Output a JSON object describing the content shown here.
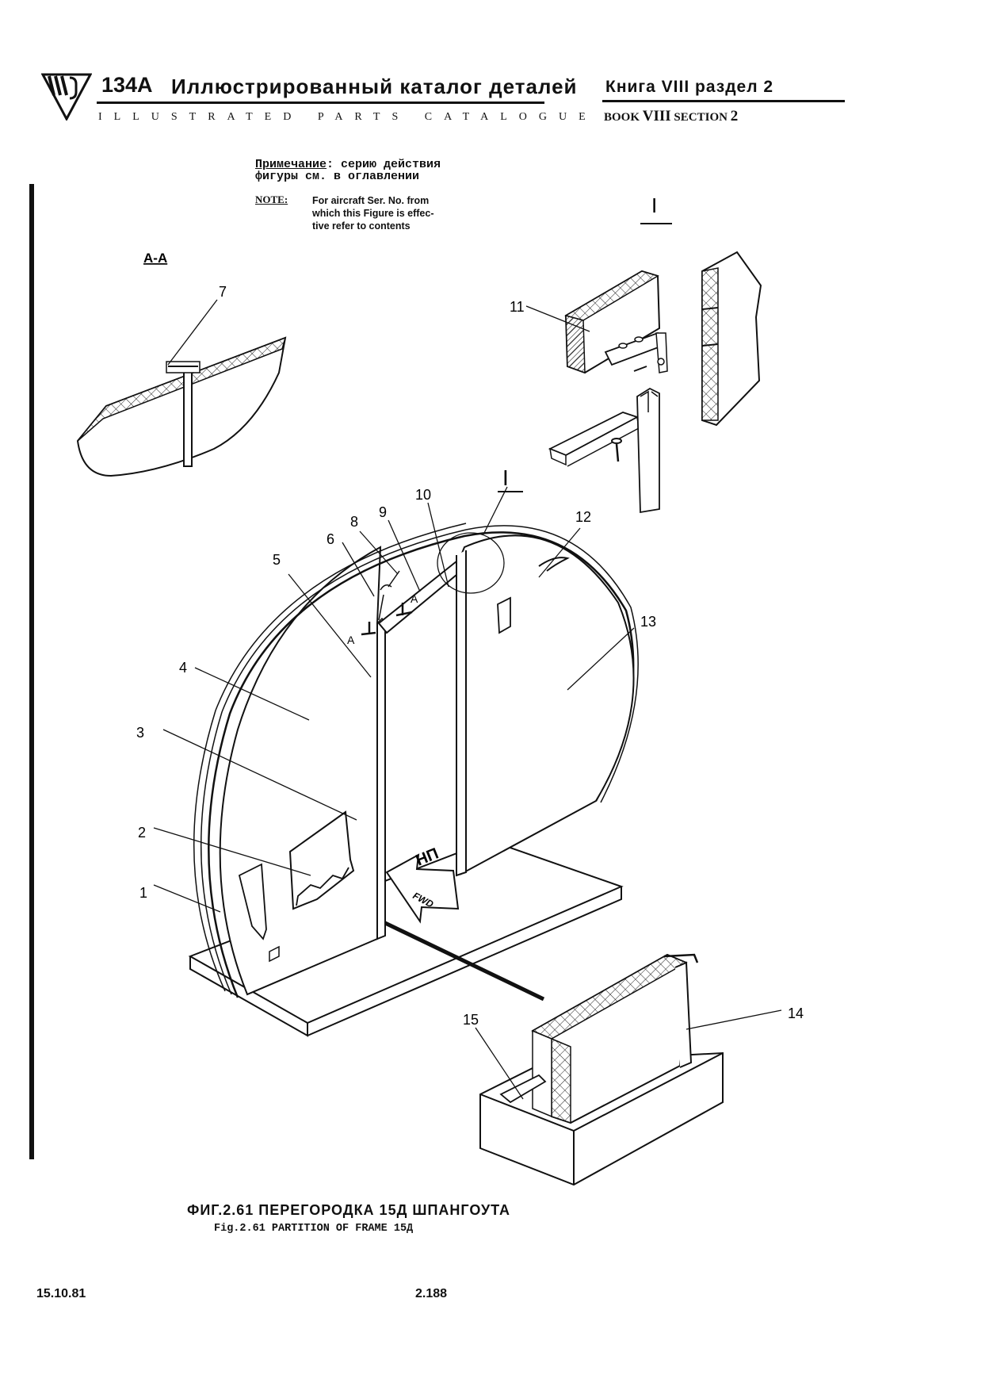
{
  "header": {
    "model": "134A",
    "title_ru": "Иллюстрированный каталог деталей",
    "title_en": "ILLUSTRATED PARTS CATALOGUE",
    "book_ru": "Книга VIII раздел 2",
    "book_en_word": "BOOK",
    "book_en_number": "VIII",
    "section_en_word": "SECTION",
    "section_en_number": "2"
  },
  "note": {
    "label_ru": "Примечание",
    "text_ru_line1": ": серию действия",
    "text_ru_line2": "фигуры см. в оглавлении",
    "label_en": "NOTE:",
    "text_en_line1": "For aircraft Ser. No. from",
    "text_en_line2": "which this Figure is effec-",
    "text_en_line3": "tive refer to contents"
  },
  "figure": {
    "section_label": "A-A",
    "detail_label": "I",
    "callouts": [
      "1",
      "2",
      "3",
      "4",
      "5",
      "6",
      "7",
      "8",
      "9",
      "10",
      "11",
      "12",
      "13",
      "14",
      "15"
    ],
    "view_marker_A": "A",
    "view_marker_I": "I",
    "fwd_ru": "НП",
    "fwd_en": "FWD"
  },
  "caption": {
    "ru": "ФИГ.2.61 ПЕРЕГОРОДКА 15Д ШПАНГОУТА",
    "en": "Fig.2.61 PARTITION OF FRAME 15Д"
  },
  "footer": {
    "date": "15.10.81",
    "page": "2.188"
  }
}
